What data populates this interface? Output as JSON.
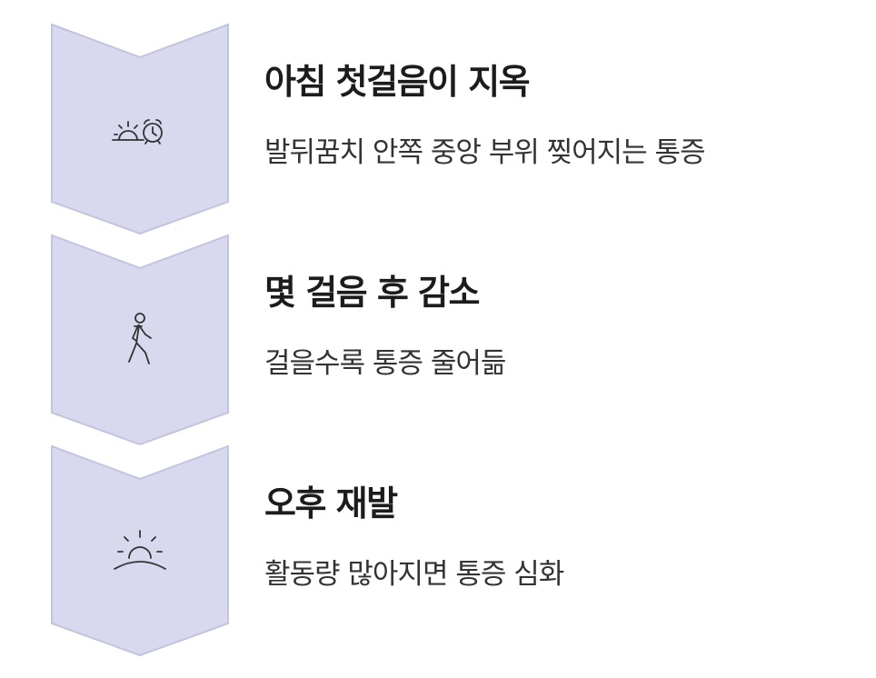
{
  "theme": {
    "chevron_fill": "#d8d9ef",
    "chevron_stroke": "#c3c4e0",
    "icon_color": "#333333"
  },
  "steps": [
    {
      "icon": "sunrise-alarm-clock-icon",
      "title": "아침 첫걸음이 지옥",
      "description": "발뒤꿈치 안쪽 중앙 부위 찢어지는 통증"
    },
    {
      "icon": "walking-person-icon",
      "title": "몇 걸음 후 감소",
      "description": "걸을수록 통증 줄어듦"
    },
    {
      "icon": "sunset-icon",
      "title": "오후 재발",
      "description": "활동량 많아지면 통증 심화"
    }
  ]
}
